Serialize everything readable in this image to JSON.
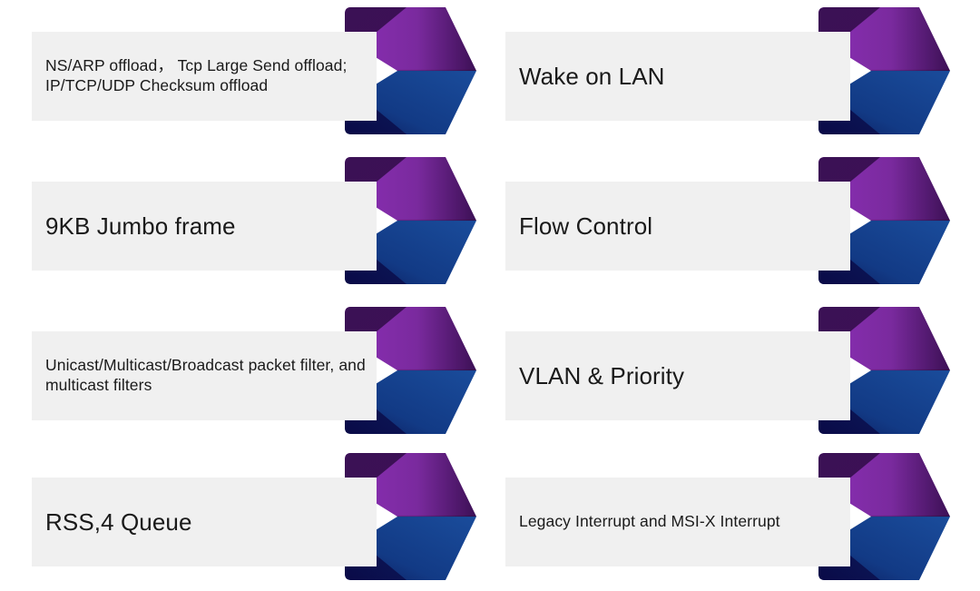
{
  "diagram": {
    "type": "chevron-feature-list",
    "background_color": "#FFFFFF",
    "label_box_color": "#F0F0F0",
    "text_color": "#1A1A1A",
    "arrow_colors": {
      "purple_light": "#8B2FB5",
      "purple_mid": "#7A2A9E",
      "purple_dark": "#3C1055",
      "purple_corner": "#3B1155",
      "blue_light": "#1A4C9B",
      "blue_mid": "#123A85",
      "blue_dark": "#0C1B5C",
      "blue_corner": "#0A0A47"
    },
    "columns": 2,
    "rows": 4,
    "items": [
      {
        "id": "offload",
        "column": 0,
        "row": 0,
        "text": "NS/ARP offload， Tcp Large Send offload; IP/TCP/UDP Checksum offload",
        "size": "small",
        "lines": 3
      },
      {
        "id": "wake-on-lan",
        "column": 1,
        "row": 0,
        "text": "Wake on LAN",
        "size": "large",
        "lines": 1
      },
      {
        "id": "jumbo-frame",
        "column": 0,
        "row": 1,
        "text": "9KB Jumbo frame",
        "size": "large",
        "lines": 1
      },
      {
        "id": "flow-control",
        "column": 1,
        "row": 1,
        "text": "Flow Control",
        "size": "large",
        "lines": 1
      },
      {
        "id": "packet-filter",
        "column": 0,
        "row": 2,
        "text": "Unicast/Multicast/Broadcast packet filter, and multicast filters",
        "size": "small",
        "lines": 3
      },
      {
        "id": "vlan-priority",
        "column": 1,
        "row": 2,
        "text": "VLAN & Priority",
        "size": "large",
        "lines": 1
      },
      {
        "id": "rss-queue",
        "column": 0,
        "row": 3,
        "text": "RSS,4 Queue",
        "size": "large",
        "lines": 1
      },
      {
        "id": "interrupts",
        "column": 1,
        "row": 3,
        "text": "Legacy Interrupt and MSI-X Interrupt",
        "size": "small",
        "lines": 2
      }
    ]
  }
}
